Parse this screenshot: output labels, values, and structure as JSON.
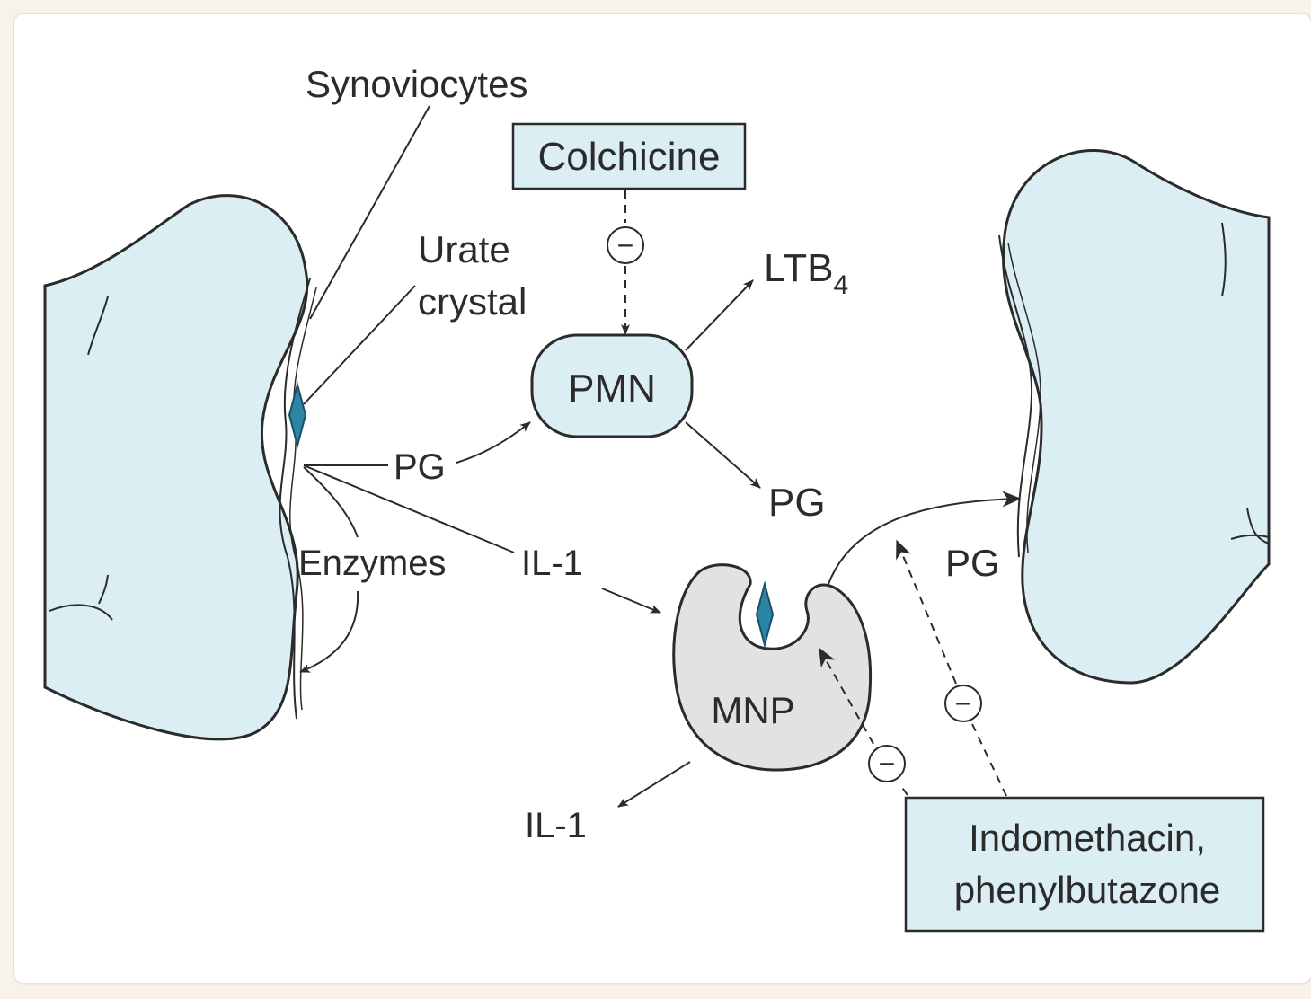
{
  "colors": {
    "bone_fill": "#dbeef4",
    "cell_fill": "#e2e2e2",
    "crystal_fill": "#2b86a6",
    "ink": "#2b2b2b",
    "background": "#f7f3e8"
  },
  "labels": {
    "synoviocytes": "Synoviocytes",
    "urate_line1": "Urate",
    "urate_line2": "crystal",
    "colchicine": "Colchicine",
    "pmn": "PMN",
    "ltb": "LTB",
    "ltb_sub": "4",
    "pg_left": "PG",
    "pg_pmn": "PG",
    "pg_right": "PG",
    "enzymes": "Enzymes",
    "il1_top": "IL-1",
    "il1_bottom": "IL-1",
    "mnp": "MNP",
    "drugs_line1": "Indomethacin,",
    "drugs_line2": "phenylbutazone",
    "inhibit": "−"
  }
}
